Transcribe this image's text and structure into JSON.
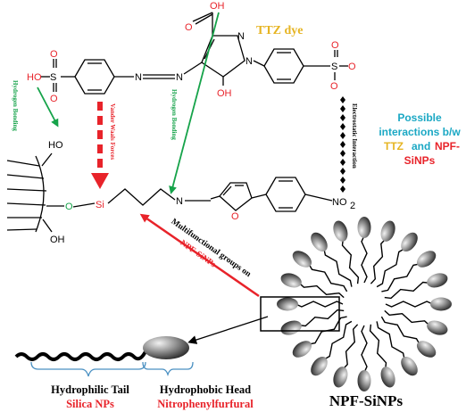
{
  "title": "TTZ dye",
  "possible_interactions": {
    "line1": "Possible",
    "line2": "interactions b/w",
    "ttz": "TTZ",
    "and": "and",
    "npf_part1": "NPF-",
    "npf_part2": "SiNPs"
  },
  "interaction_labels": {
    "hydrogen_bonding_left": "Hydrogen Bonding",
    "van_der_waals": "Vander Waals Forces",
    "hydrogen_bonding_center": "Hydrogen Bonding",
    "electrostatic": "Electrostatic Interaction"
  },
  "arrow_label": {
    "line1": "Multifunctional groups on",
    "line2": "NPF-SiNPs"
  },
  "atoms": {
    "oh_acid": "OH",
    "o_acid": "O",
    "ho_so3": "HO",
    "s_left": "S",
    "o_left_top": "O",
    "o_left_bottom": "O",
    "n1": "N",
    "n2": "N",
    "n_ring1": "N",
    "n_ring2": "N",
    "oh_ring": "OH",
    "s_right": "S",
    "o_right_top": "O",
    "o_right_bottom": "O",
    "o_minus": "O",
    "ho_surface": "HO",
    "o_surface": "O",
    "oh_surface": "OH",
    "si": "Si",
    "n_imine": "N",
    "o_furan": "O",
    "no2": "NO",
    "no2_sub": "2"
  },
  "legend": {
    "tail_title": "Hydrophilic Tail",
    "tail_sub": "Silica NPs",
    "head_title": "Hydrophobic Head",
    "head_sub": "Nitrophenylfurfural"
  },
  "nanoparticle_label": "NPF-SiNPs",
  "colors": {
    "red": "#e8232a",
    "green": "#16a34a",
    "gold": "#e6b422",
    "cyan": "#1ba8c4",
    "black": "#000000"
  }
}
